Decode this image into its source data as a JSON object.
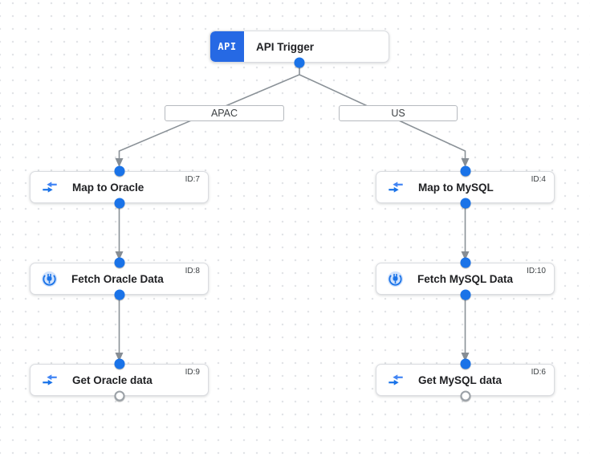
{
  "colors": {
    "accent_blue": "#1a73e8",
    "badge_blue": "#2669e4",
    "icon_light_blue": "#d2e3fc",
    "edge_gray": "#8a9197",
    "node_border": "#dadce0",
    "grid_dot": "#e2e4e7"
  },
  "trigger": {
    "badge": "API",
    "title": "API Trigger"
  },
  "branches": {
    "left": "APAC",
    "right": "US"
  },
  "nodes": [
    {
      "title": "Map to Oracle",
      "id": "ID:7",
      "icon": "data-mapping"
    },
    {
      "title": "Fetch Oracle Data",
      "id": "ID:8",
      "icon": "connector"
    },
    {
      "title": "Get Oracle data",
      "id": "ID:9",
      "icon": "data-mapping"
    },
    {
      "title": "Map to MySQL",
      "id": "ID:4",
      "icon": "data-mapping"
    },
    {
      "title": "Fetch MySQL Data",
      "id": "ID:10",
      "icon": "connector"
    },
    {
      "title": "Get MySQL data",
      "id": "ID:6",
      "icon": "data-mapping"
    }
  ]
}
